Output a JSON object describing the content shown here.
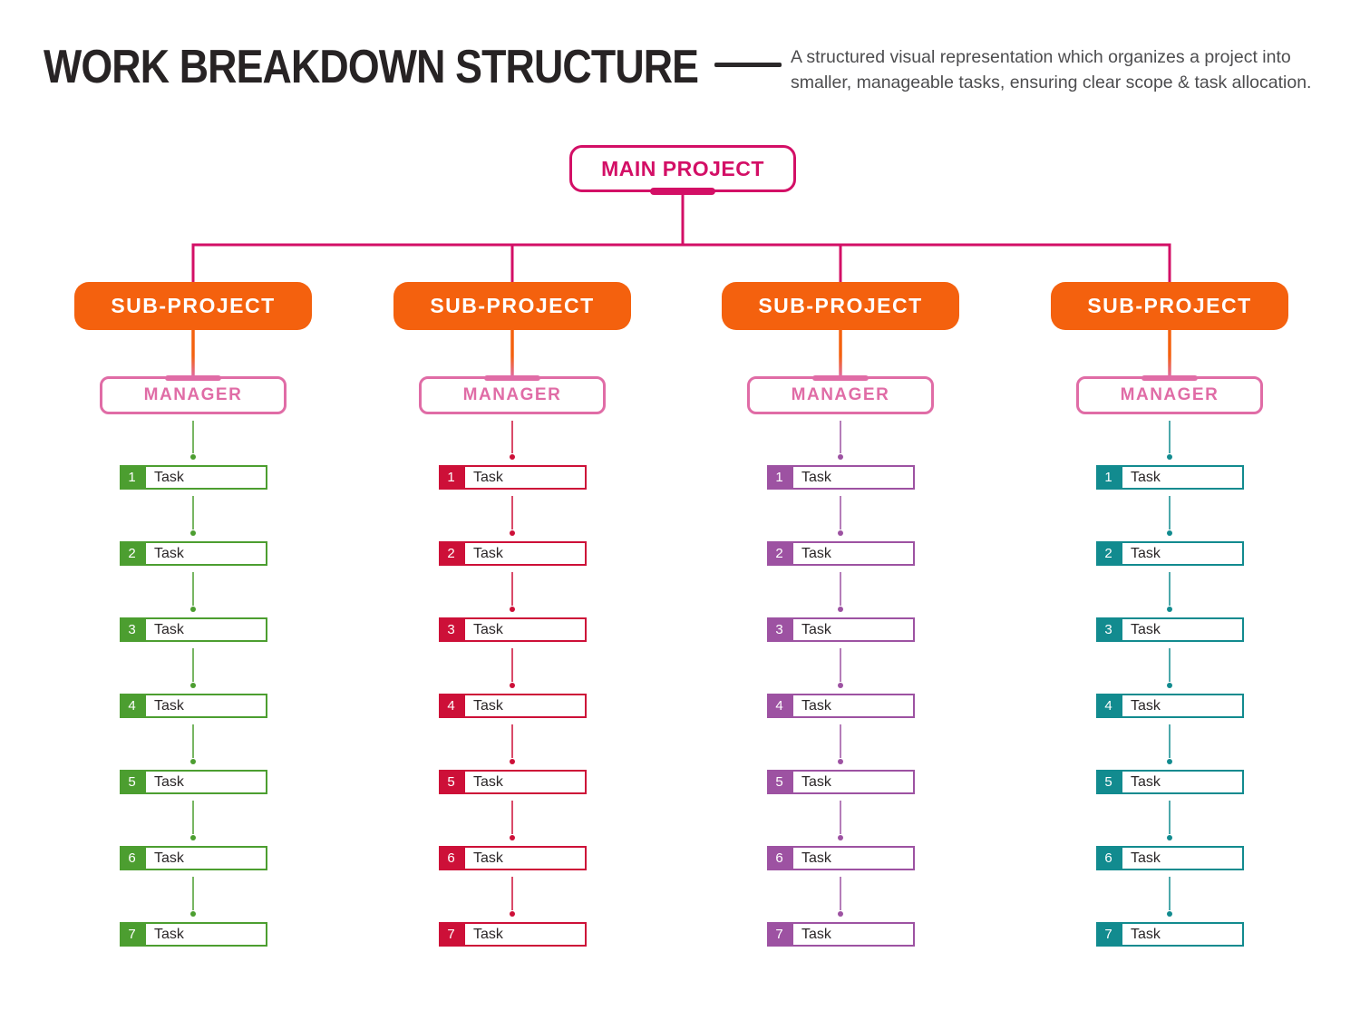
{
  "header": {
    "title": "WORK BREAKDOWN STRUCTURE",
    "description": "A structured visual representation which organizes a project into smaller, manageable tasks, ensuring clear scope & task allocation."
  },
  "main_project": {
    "label": "MAIN PROJECT",
    "color": "#d30f66"
  },
  "connector_colors": {
    "tree": "#d30f66",
    "sub_to_manager_top": "#f4610e",
    "sub_to_manager_bottom": "#e06ca6"
  },
  "columns": [
    {
      "sub_project": "SUB-PROJECT",
      "sub_project_color": "#f4610e",
      "manager": "MANAGER",
      "manager_color": "#e06ca6",
      "accent_color": "#4c9e30",
      "tasks": [
        {
          "num": "1",
          "label": "Task"
        },
        {
          "num": "2",
          "label": "Task"
        },
        {
          "num": "3",
          "label": "Task"
        },
        {
          "num": "4",
          "label": "Task"
        },
        {
          "num": "5",
          "label": "Task"
        },
        {
          "num": "6",
          "label": "Task"
        },
        {
          "num": "7",
          "label": "Task"
        }
      ]
    },
    {
      "sub_project": "SUB-PROJECT",
      "sub_project_color": "#f4610e",
      "manager": "MANAGER",
      "manager_color": "#e06ca6",
      "accent_color": "#cd1038",
      "tasks": [
        {
          "num": "1",
          "label": "Task"
        },
        {
          "num": "2",
          "label": "Task"
        },
        {
          "num": "3",
          "label": "Task"
        },
        {
          "num": "4",
          "label": "Task"
        },
        {
          "num": "5",
          "label": "Task"
        },
        {
          "num": "6",
          "label": "Task"
        },
        {
          "num": "7",
          "label": "Task"
        }
      ]
    },
    {
      "sub_project": "SUB-PROJECT",
      "sub_project_color": "#f4610e",
      "manager": "MANAGER",
      "manager_color": "#e06ca6",
      "accent_color": "#9d52a2",
      "tasks": [
        {
          "num": "1",
          "label": "Task"
        },
        {
          "num": "2",
          "label": "Task"
        },
        {
          "num": "3",
          "label": "Task"
        },
        {
          "num": "4",
          "label": "Task"
        },
        {
          "num": "5",
          "label": "Task"
        },
        {
          "num": "6",
          "label": "Task"
        },
        {
          "num": "7",
          "label": "Task"
        }
      ]
    },
    {
      "sub_project": "SUB-PROJECT",
      "sub_project_color": "#f4610e",
      "manager": "MANAGER",
      "manager_color": "#e06ca6",
      "accent_color": "#128b8f",
      "tasks": [
        {
          "num": "1",
          "label": "Task"
        },
        {
          "num": "2",
          "label": "Task"
        },
        {
          "num": "3",
          "label": "Task"
        },
        {
          "num": "4",
          "label": "Task"
        },
        {
          "num": "5",
          "label": "Task"
        },
        {
          "num": "6",
          "label": "Task"
        },
        {
          "num": "7",
          "label": "Task"
        }
      ]
    }
  ]
}
